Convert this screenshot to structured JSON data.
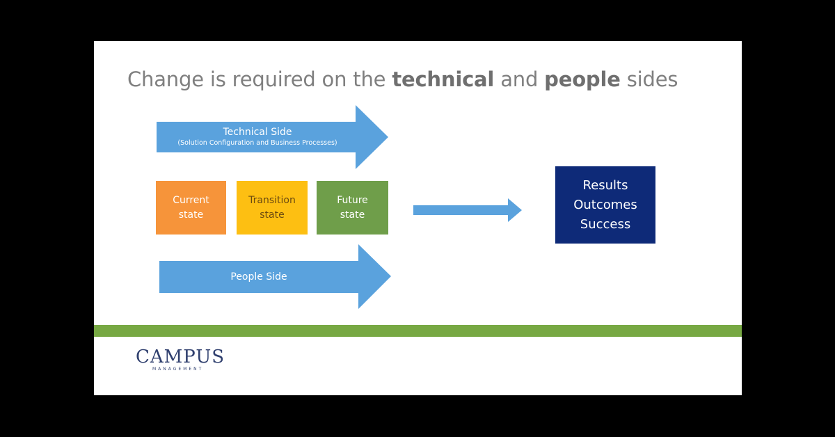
{
  "slide": {
    "title_prefix": "Change is required on the ",
    "title_bold_1": "technical",
    "title_middle": " and ",
    "title_bold_2": "people",
    "title_suffix": " sides"
  },
  "diagram": {
    "technical_arrow": {
      "label": "Technical Side",
      "sublabel": "(Solution Configuration and Business Processes)"
    },
    "states": [
      {
        "label": "Current\nstate",
        "color": "#f6943a"
      },
      {
        "label": "Transition\nstate",
        "color": "#fdbf12"
      },
      {
        "label": "Future\nstate",
        "color": "#6f9e4a"
      }
    ],
    "people_arrow": {
      "label": "People Side"
    },
    "results": {
      "line1": "Results",
      "line2": "Outcomes",
      "line3": "Success"
    },
    "arrow_color": "#5aa2dd",
    "results_color": "#0e2a78"
  },
  "footer": {
    "logo_text": "CAMPUS",
    "logo_subtext": "MANAGEMENT",
    "divider_color": "#77a843"
  }
}
